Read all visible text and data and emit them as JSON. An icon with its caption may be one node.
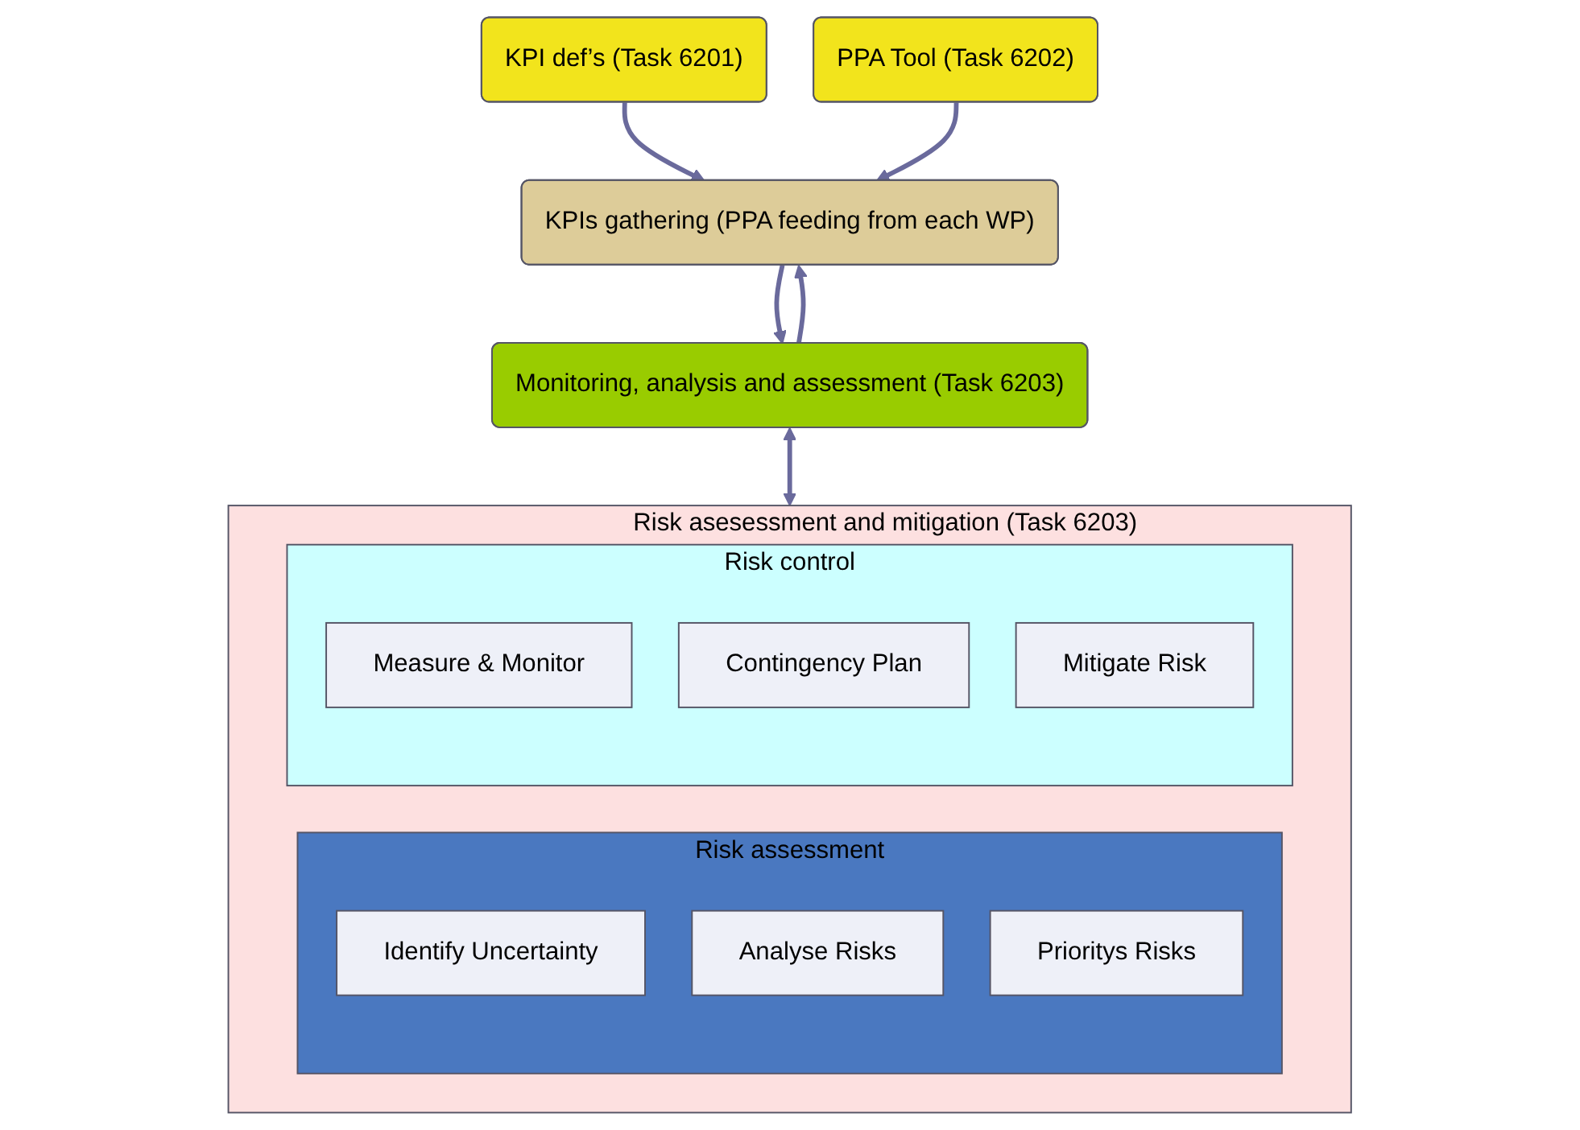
{
  "diagram": {
    "nodes": [
      {
        "text": [
          "KPI def’s (Task 6201)"
        ]
      },
      {
        "text": [
          "PPA Tool (Task 6202)"
        ]
      },
      {
        "text": [
          "KPIs gathering (PPA feeding from each WP)"
        ]
      },
      {
        "text": [
          "Monitoring, analysis and assessment (Task 6203)"
        ]
      },
      {
        "text": [
          "Risk asesessment and mitigation (Task 6203)"
        ]
      },
      {
        "text": [
          "Risk assessment"
        ],
        "in": 4
      },
      {
        "text": [
          "Identify Uncertainty"
        ],
        "in": 5
      },
      {
        "text": [
          "Analyse Risks"
        ],
        "in": 5
      },
      {
        "text": [
          "Prioritys Risks"
        ],
        "in": 5
      },
      {
        "text": [
          "Risk control"
        ],
        "in": 4
      },
      {
        "text": [
          "Measure & Monitor"
        ],
        "in": 9
      },
      {
        "text": [
          "Contingency Plan"
        ],
        "in": 9
      },
      {
        "text": [
          "Mitigate Risk"
        ],
        "in": 9
      }
    ],
    "edges": [
      {
        "from": 0,
        "to": 2,
        "arrow": "to"
      },
      {
        "from": 1,
        "to": 2,
        "arrow": "to"
      },
      {
        "from": 2,
        "to": 3,
        "arrow": "to"
      },
      {
        "from": 3,
        "to": 2,
        "arrow": "to"
      },
      {
        "from": 3,
        "to": 4,
        "arrow": "both"
      }
    ]
  }
}
